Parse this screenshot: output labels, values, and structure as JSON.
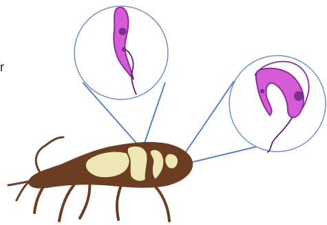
{
  "fragment_text": "r",
  "colors": {
    "background": "#ffffff",
    "zoom_circle_stroke": "#6f8fc9",
    "callout_line": "#5b7fd0",
    "insect_body": "#6b3d22",
    "insect_gut": "#efe7b3",
    "parasite_fill": "#d55cd6",
    "parasite_outline": "#8a2c9c",
    "nucleus": "#7a2f8c",
    "flagellum": "#5a1e70"
  },
  "icons": {
    "organism": "kissing-bug-illustration",
    "zoom_left": "epimastigote-cell",
    "zoom_right": "trypomastigote-cell"
  }
}
